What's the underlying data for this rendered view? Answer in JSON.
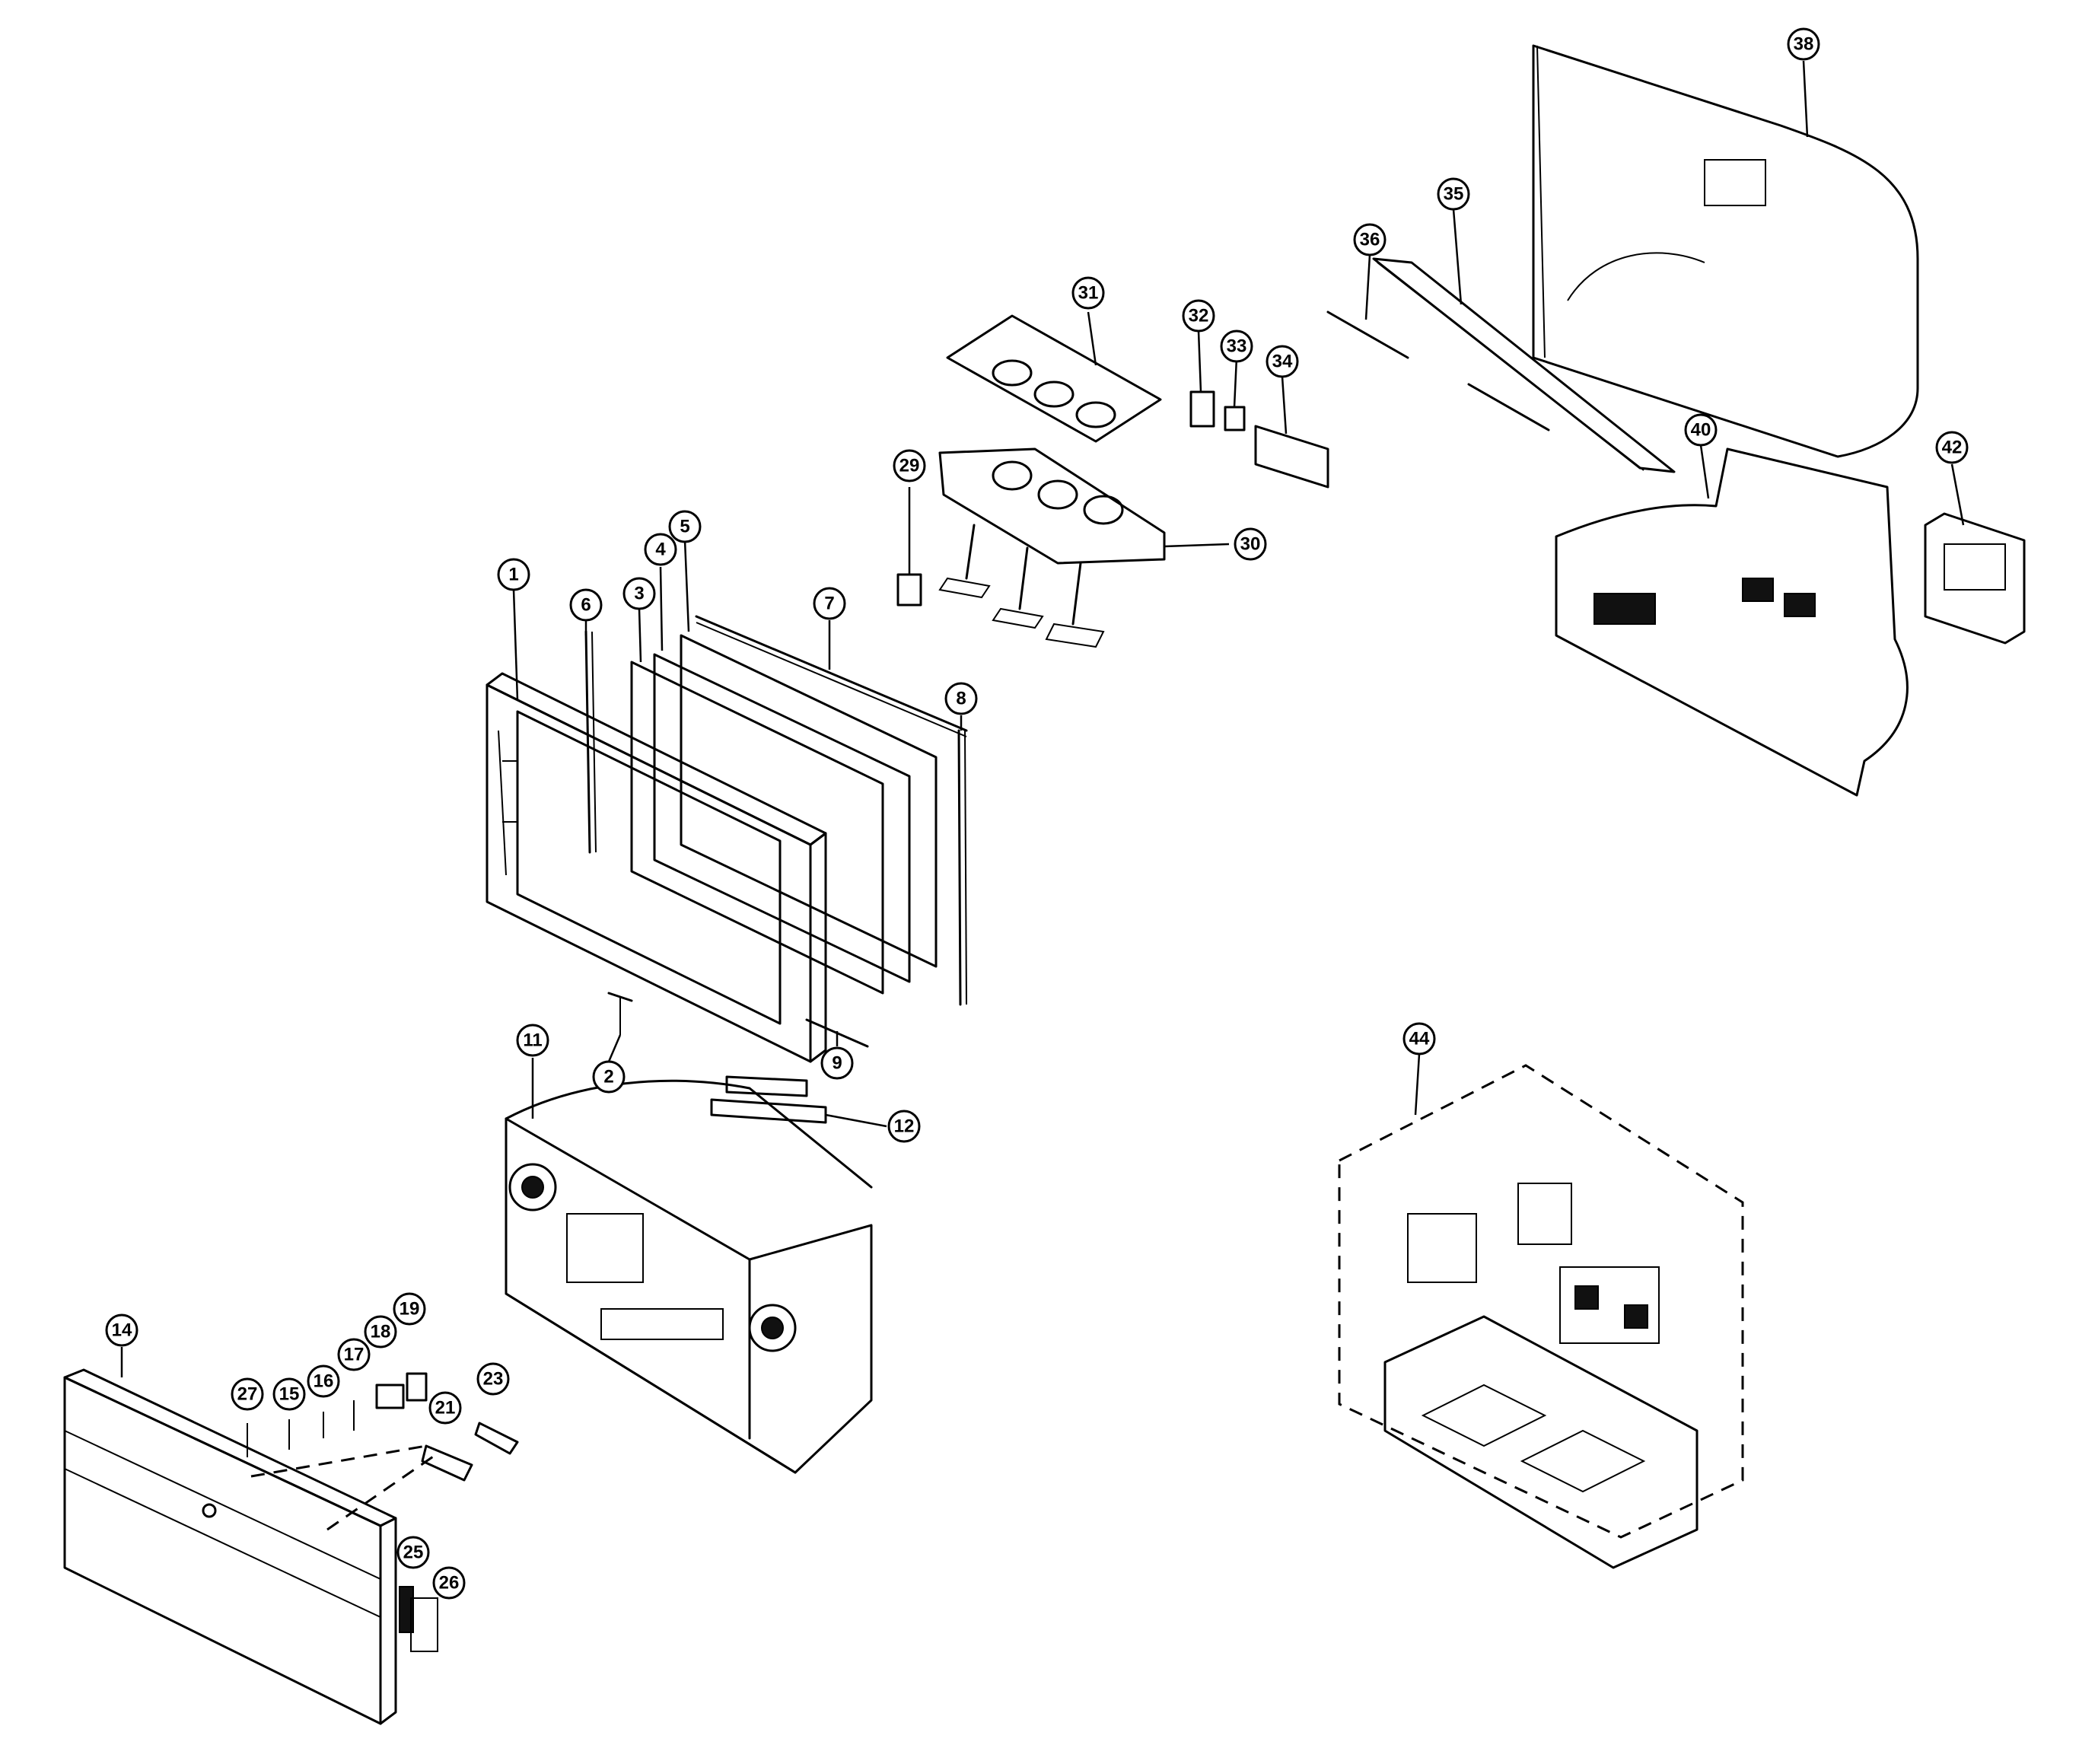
{
  "callouts": [
    {
      "id": "c1",
      "label": "1"
    },
    {
      "id": "c2",
      "label": "2"
    },
    {
      "id": "c3",
      "label": "3"
    },
    {
      "id": "c4",
      "label": "4"
    },
    {
      "id": "c5",
      "label": "5"
    },
    {
      "id": "c6",
      "label": "6"
    },
    {
      "id": "c7",
      "label": "7"
    },
    {
      "id": "c8",
      "label": "8"
    },
    {
      "id": "c9",
      "label": "9"
    },
    {
      "id": "c11",
      "label": "11"
    },
    {
      "id": "c12",
      "label": "12"
    },
    {
      "id": "c14",
      "label": "14"
    },
    {
      "id": "c15",
      "label": "15"
    },
    {
      "id": "c16",
      "label": "16"
    },
    {
      "id": "c17",
      "label": "17"
    },
    {
      "id": "c18",
      "label": "18"
    },
    {
      "id": "c19",
      "label": "19"
    },
    {
      "id": "c21",
      "label": "21"
    },
    {
      "id": "c23",
      "label": "23"
    },
    {
      "id": "c25",
      "label": "25"
    },
    {
      "id": "c26",
      "label": "26"
    },
    {
      "id": "c27",
      "label": "27"
    },
    {
      "id": "c29",
      "label": "29"
    },
    {
      "id": "c30",
      "label": "30"
    },
    {
      "id": "c31",
      "label": "31"
    },
    {
      "id": "c32",
      "label": "32"
    },
    {
      "id": "c33",
      "label": "33"
    },
    {
      "id": "c34",
      "label": "34"
    },
    {
      "id": "c35",
      "label": "35"
    },
    {
      "id": "c36",
      "label": "36"
    },
    {
      "id": "c38",
      "label": "38"
    },
    {
      "id": "c40",
      "label": "40"
    },
    {
      "id": "c42",
      "label": "42"
    },
    {
      "id": "c44",
      "label": "44"
    }
  ]
}
